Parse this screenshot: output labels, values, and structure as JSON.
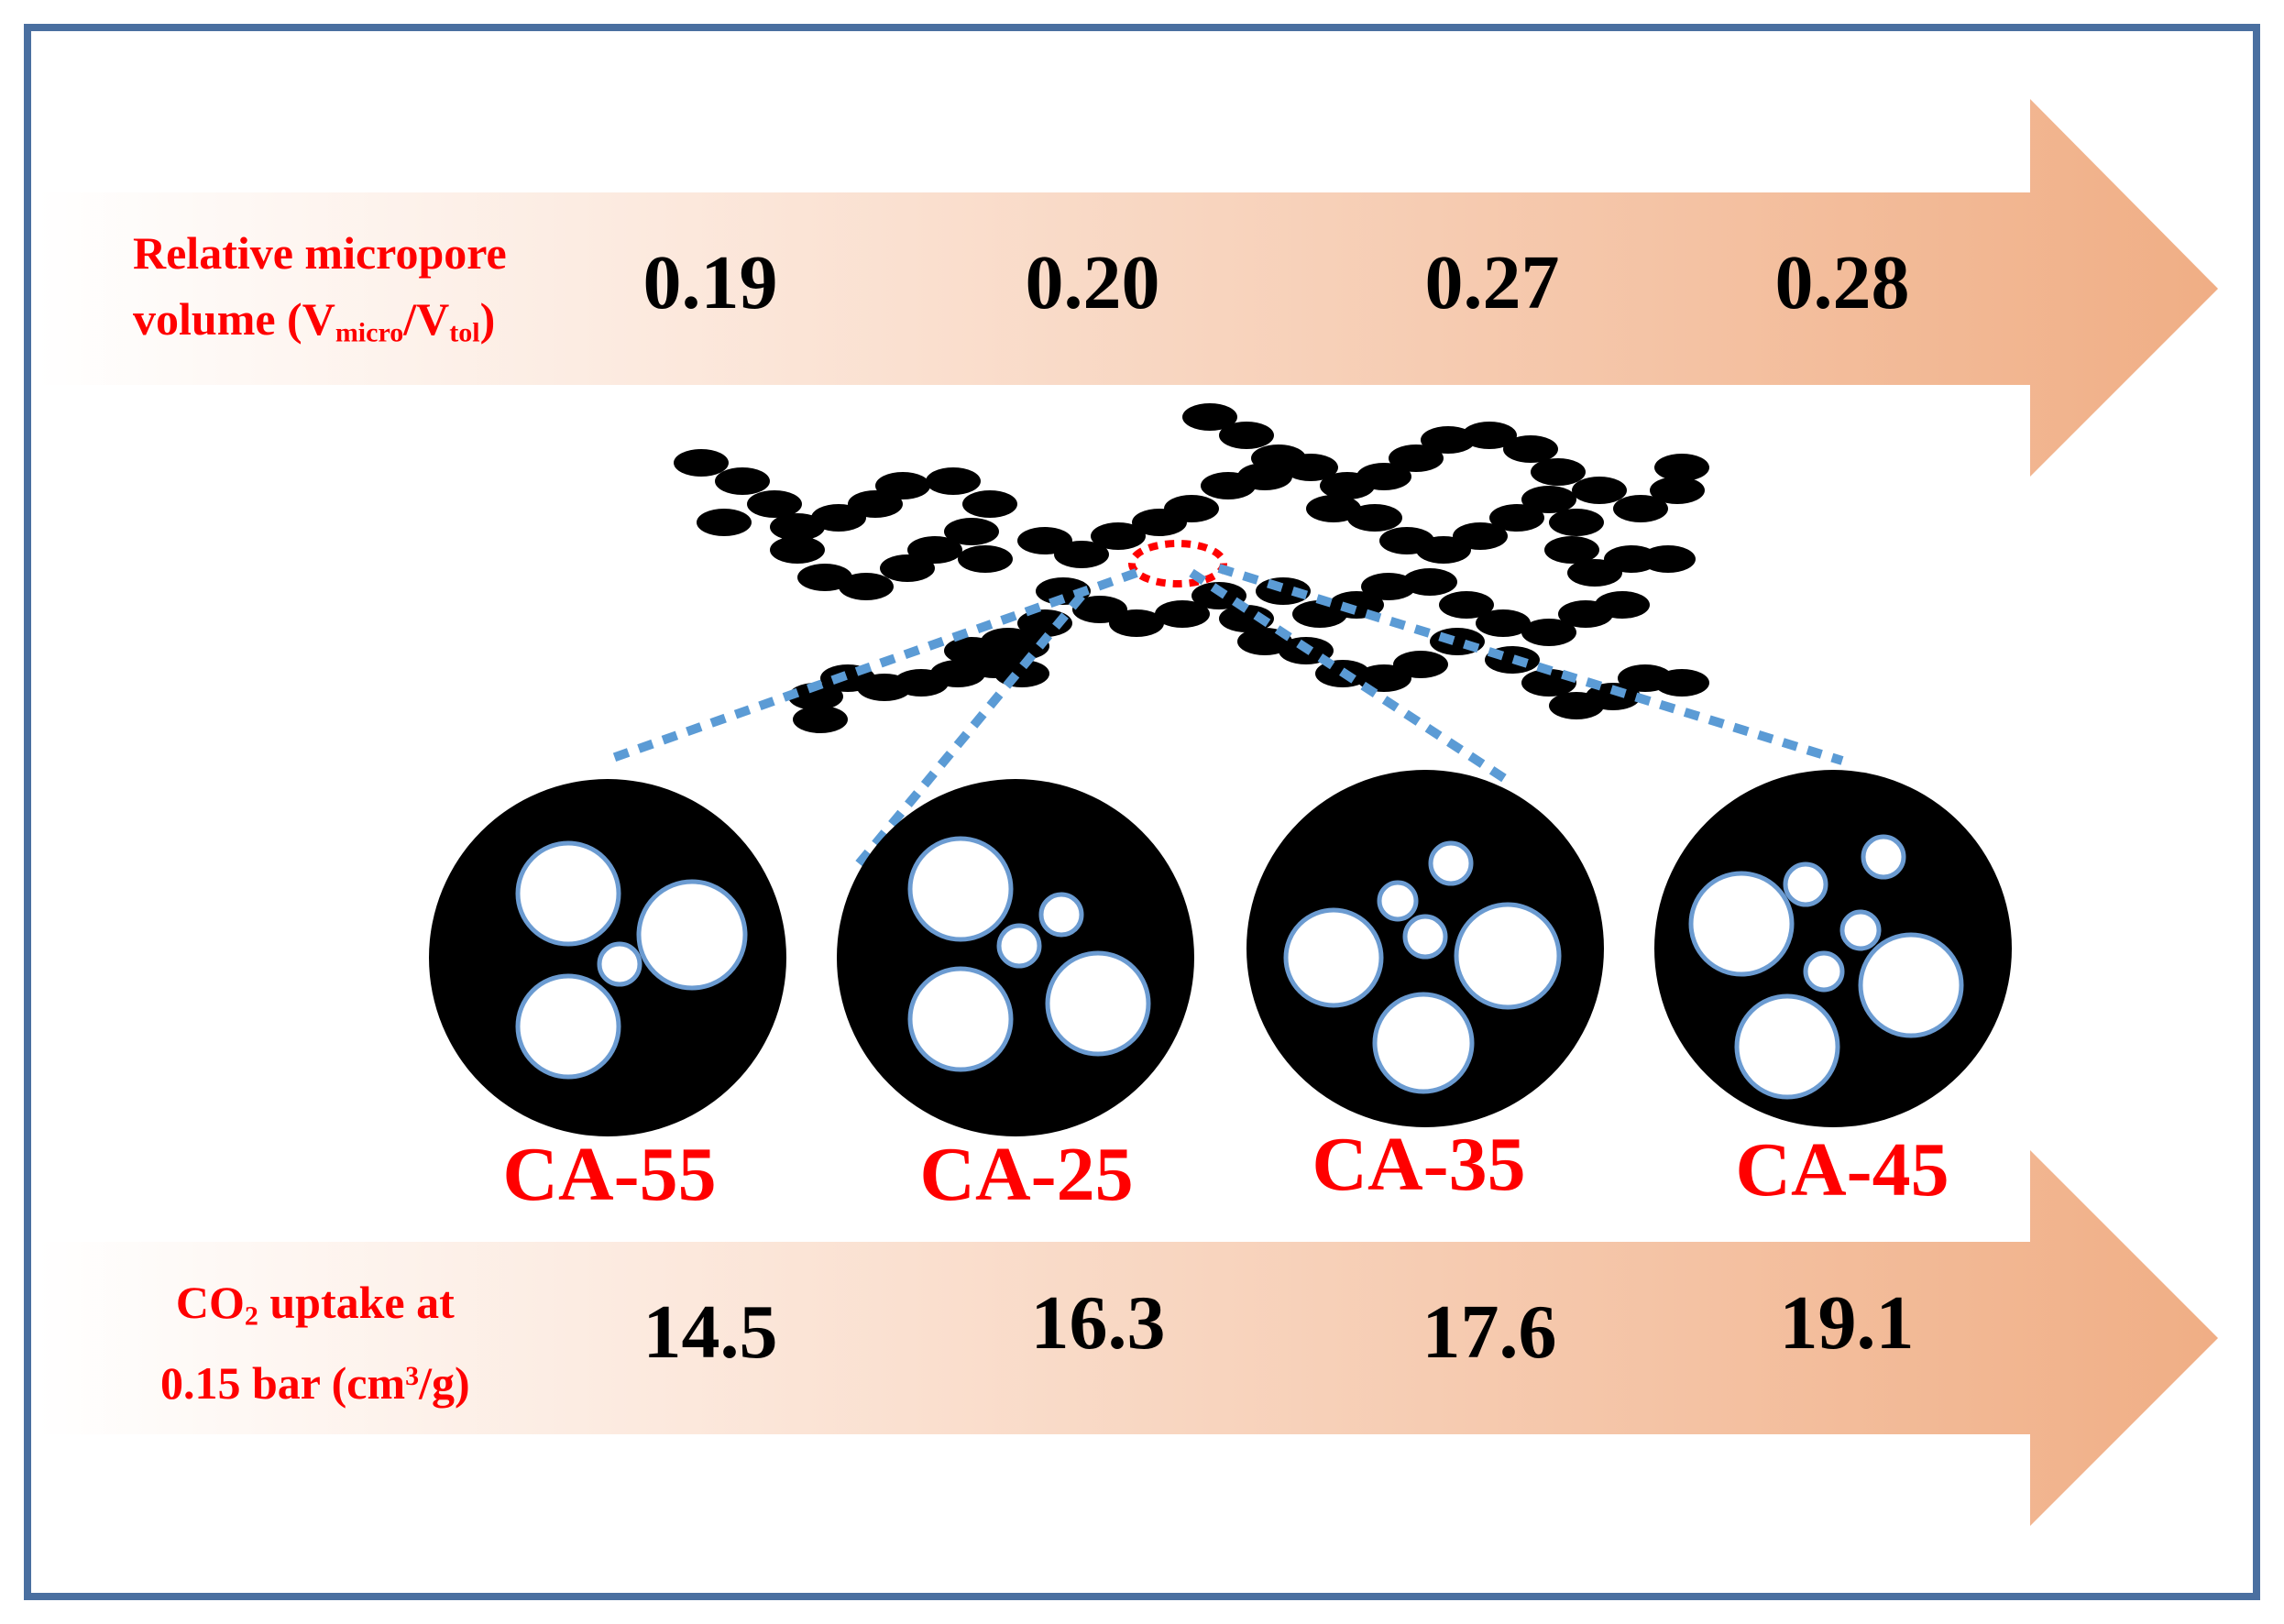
{
  "diagram": {
    "top_arrow": {
      "label_line1": "Relative micropore",
      "label_line2_prefix": "volume (V",
      "label_line2_sub1": "micro",
      "label_line2_mid": "/V",
      "label_line2_sub2": "tol",
      "label_line2_suffix": ")",
      "values": [
        "0.19",
        "0.20",
        "0.27",
        "0.28"
      ]
    },
    "samples": [
      "CA-55",
      "CA-25",
      "CA-35",
      "CA-45"
    ],
    "bottom_arrow": {
      "label_line1_prefix": "CO",
      "label_line1_sub": "2",
      "label_line1_suffix": " uptake at",
      "label_line2_prefix": "0.15 bar (cm",
      "label_line2_sup": "3",
      "label_line2_suffix": "/g)",
      "values": [
        "14.5",
        "16.3",
        "17.6",
        "19.1"
      ]
    },
    "colors": {
      "frame": "#4a6fa0",
      "arrow_start": "#ffffff",
      "arrow_end": "#f0b088",
      "label_red": "#ff0000",
      "pore_outline": "#6b9bd1",
      "dotted_link": "#5b9bd5",
      "highlight_ring": "#ff0000"
    }
  }
}
